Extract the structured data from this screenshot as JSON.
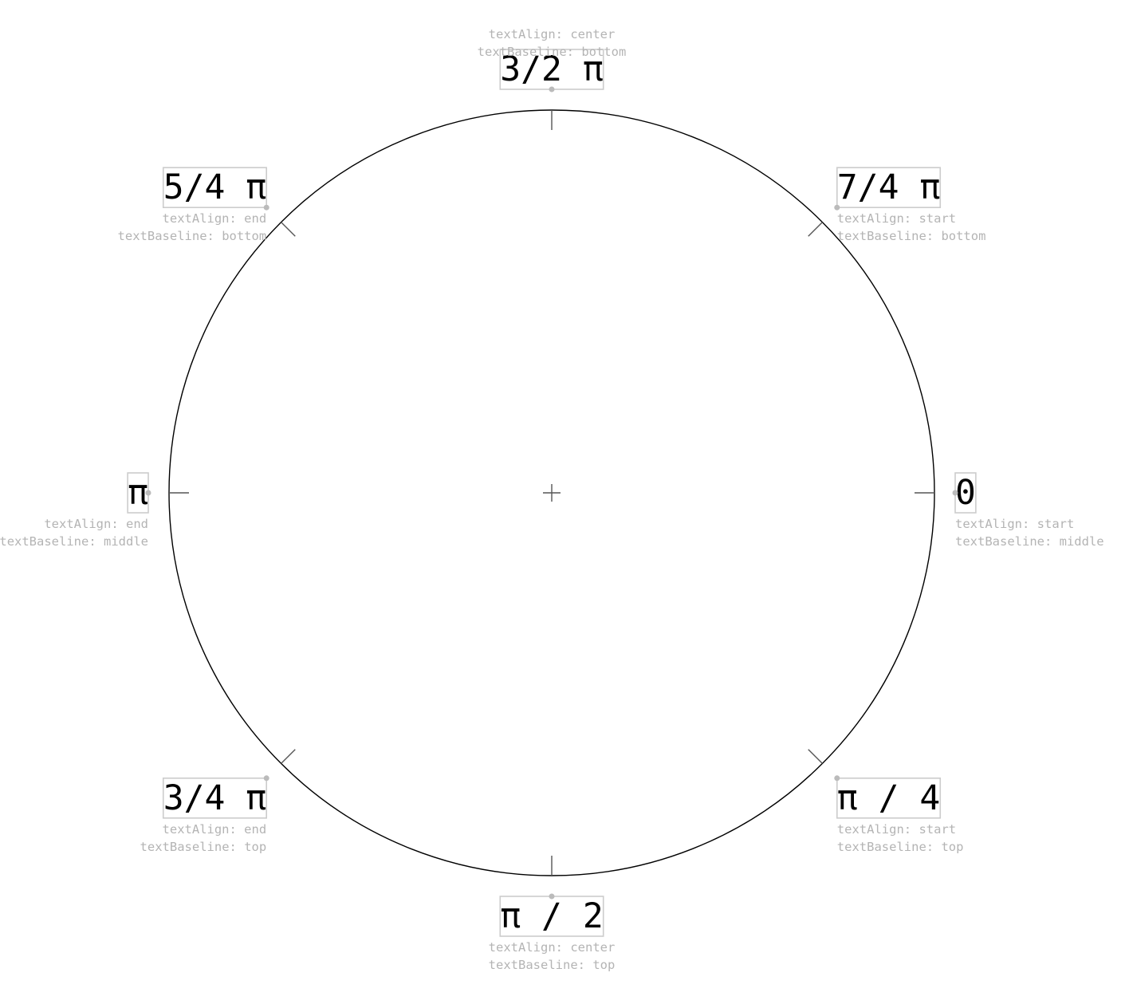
{
  "style": {
    "circle_color": "#000000",
    "tick_color": "#555555",
    "box_color": "#cccccc",
    "anchor_color": "#bbbbbb",
    "note_color": "#b4b4b4",
    "label_color": "#000000"
  },
  "labels": [
    {
      "id": "angle-0",
      "text": "0",
      "text_align": "start",
      "text_baseline": "middle",
      "note_lines": [
        "textAlign: start",
        "textBaseline: middle"
      ]
    },
    {
      "id": "angle-pi-over-4",
      "text": "π / 4",
      "text_align": "start",
      "text_baseline": "top",
      "note_lines": [
        "textAlign: start",
        "textBaseline: top"
      ]
    },
    {
      "id": "angle-pi-over-2",
      "text": "π / 2",
      "text_align": "center",
      "text_baseline": "top",
      "note_lines": [
        "textAlign: center",
        "textBaseline: top"
      ]
    },
    {
      "id": "angle-3-4-pi",
      "text": "3/4 π",
      "text_align": "end",
      "text_baseline": "top",
      "note_lines": [
        "textAlign: end",
        "textBaseline: top"
      ]
    },
    {
      "id": "angle-pi",
      "text": "π",
      "text_align": "end",
      "text_baseline": "middle",
      "note_lines": [
        "textAlign: end",
        "textBaseline: middle"
      ]
    },
    {
      "id": "angle-5-4-pi",
      "text": "5/4 π",
      "text_align": "end",
      "text_baseline": "bottom",
      "note_lines": [
        "textAlign: end",
        "textBaseline: bottom"
      ]
    },
    {
      "id": "angle-3-2-pi",
      "text": "3/2 π",
      "text_align": "center",
      "text_baseline": "bottom",
      "note_lines": [
        "textAlign: center",
        "textBaseline: bottom"
      ]
    },
    {
      "id": "angle-7-4-pi",
      "text": "7/4 π",
      "text_align": "start",
      "text_baseline": "bottom",
      "note_lines": [
        "textAlign: start",
        "textBaseline: bottom"
      ]
    }
  ]
}
